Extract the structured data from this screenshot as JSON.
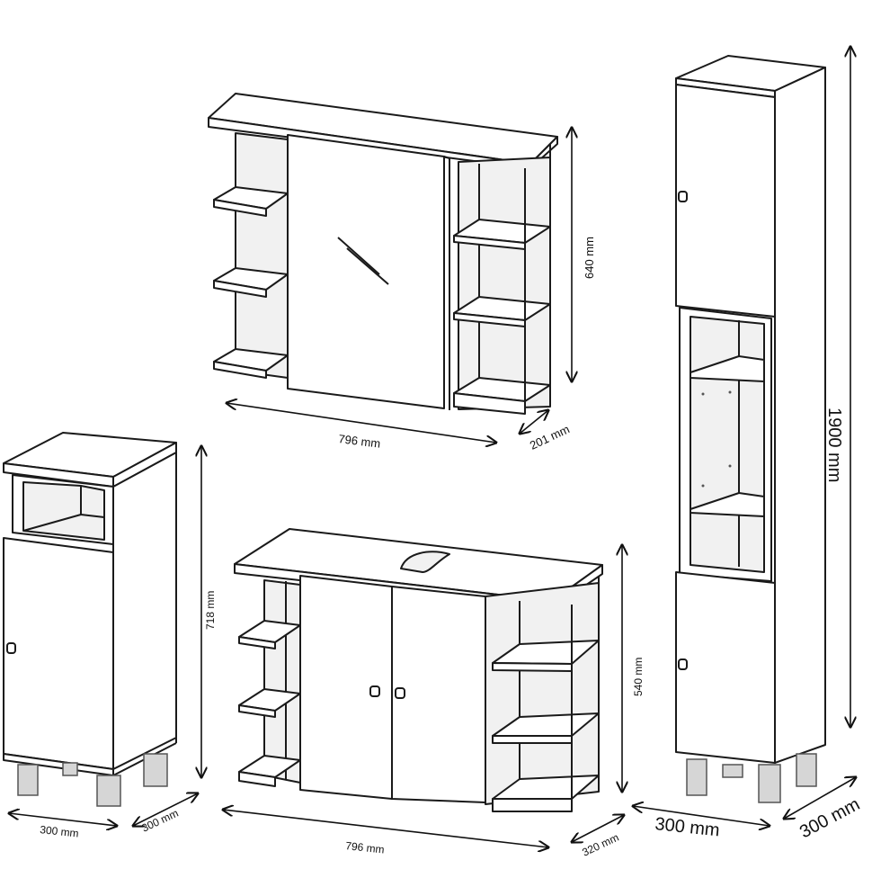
{
  "wall_cabinet": {
    "width_label": "796 mm",
    "height_label": "640 mm",
    "depth_label": "201 mm"
  },
  "side_cabinet": {
    "width_label": "300 mm",
    "depth_label": "300 mm",
    "height_label": "718 mm"
  },
  "vanity_unit": {
    "width_label": "796 mm",
    "depth_label": "320 mm",
    "height_label": "540 mm"
  },
  "tall_cabinet": {
    "width_label": "300 mm",
    "depth_label": "300 mm",
    "height_label": "1900 mm"
  },
  "colors": {
    "line": "#1a1a1a",
    "leg": "#d6d6d6",
    "background": "#ffffff"
  }
}
